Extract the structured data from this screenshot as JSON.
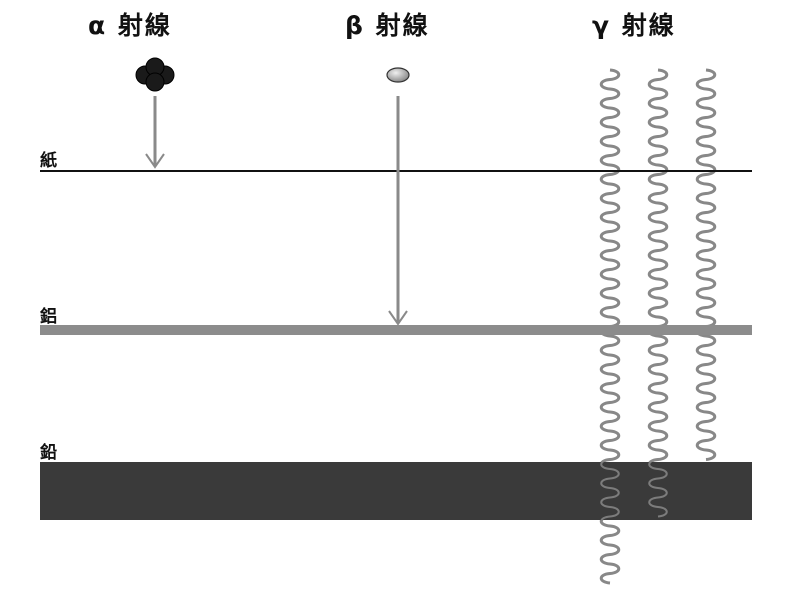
{
  "rays": [
    {
      "id": "alpha",
      "label": "α 射線"
    },
    {
      "id": "beta",
      "label": "β 射線"
    },
    {
      "id": "gamma",
      "label": "γ 射線"
    }
  ],
  "materials": [
    {
      "id": "paper",
      "label": "紙",
      "color": "#111111"
    },
    {
      "id": "aluminum",
      "label": "鋁",
      "color": "#8c8c8c"
    },
    {
      "id": "lead",
      "label": "鉛",
      "color": "#3a3a3a"
    }
  ],
  "colors": {
    "arrow": "#8a8a8a",
    "particle_dark": "#1a1a1a",
    "particle_light": "#b5b5b5",
    "wave": "#888888"
  }
}
